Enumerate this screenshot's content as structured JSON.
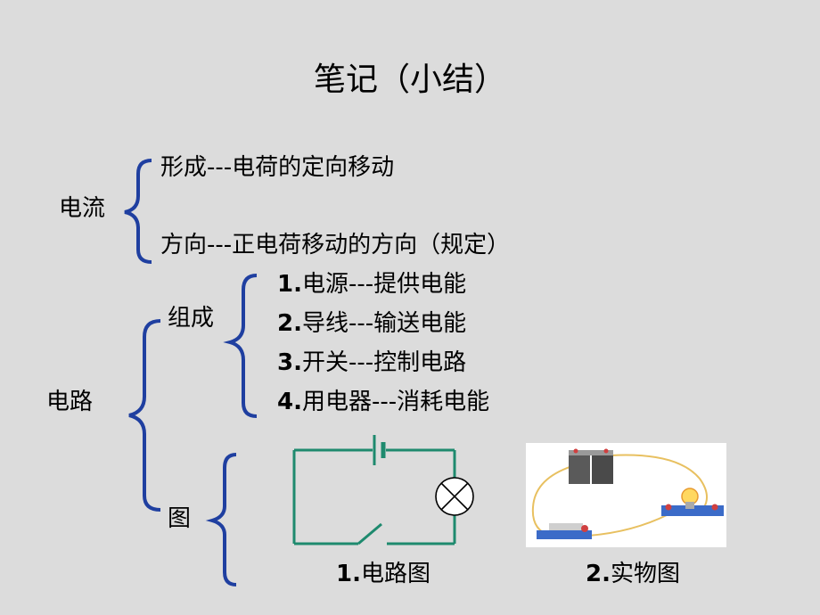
{
  "slide": {
    "title": "笔记（小结）",
    "current": {
      "label": "电流",
      "items": [
        "形成---电荷的定向移动",
        "方向---正电荷移动的方向（规定）"
      ]
    },
    "circuit": {
      "label": "电路",
      "composition": {
        "label": "组成",
        "items": [
          {
            "num": "1.",
            "text": "电源---提供电能"
          },
          {
            "num": "2.",
            "text": "导线---输送电能"
          },
          {
            "num": "3.",
            "text": "开关---控制电路"
          },
          {
            "num": "4.",
            "text": "用电器---消耗电能"
          }
        ]
      },
      "diagram": {
        "label": "图",
        "captions": [
          {
            "num": "1.",
            "text": "电路图"
          },
          {
            "num": "2.",
            "text": "实物图"
          }
        ]
      }
    },
    "colors": {
      "background": "#dcdcdc",
      "bracket": "#1f3fa0",
      "schematic": "#1e8a6e",
      "wire": "#e8c060"
    }
  }
}
